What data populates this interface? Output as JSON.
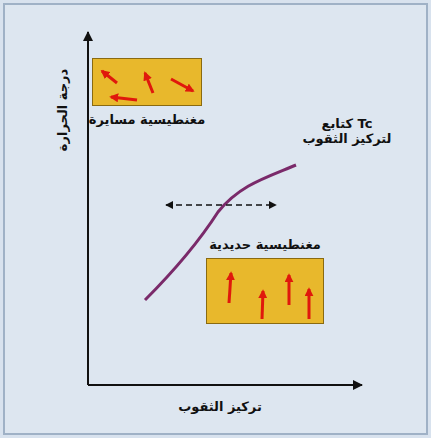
{
  "diagram": {
    "nodes": [
      {
        "text": [
          "مغنطيسية مسايرة"
        ]
      },
      {
        "text": [
          "مغنطيسية حديدية"
        ]
      }
    ],
    "labels": [
      "Tc كتابع لتركيز الثقوب",
      "درجة الحرارة",
      "تركيز الثقوب"
    ]
  }
}
